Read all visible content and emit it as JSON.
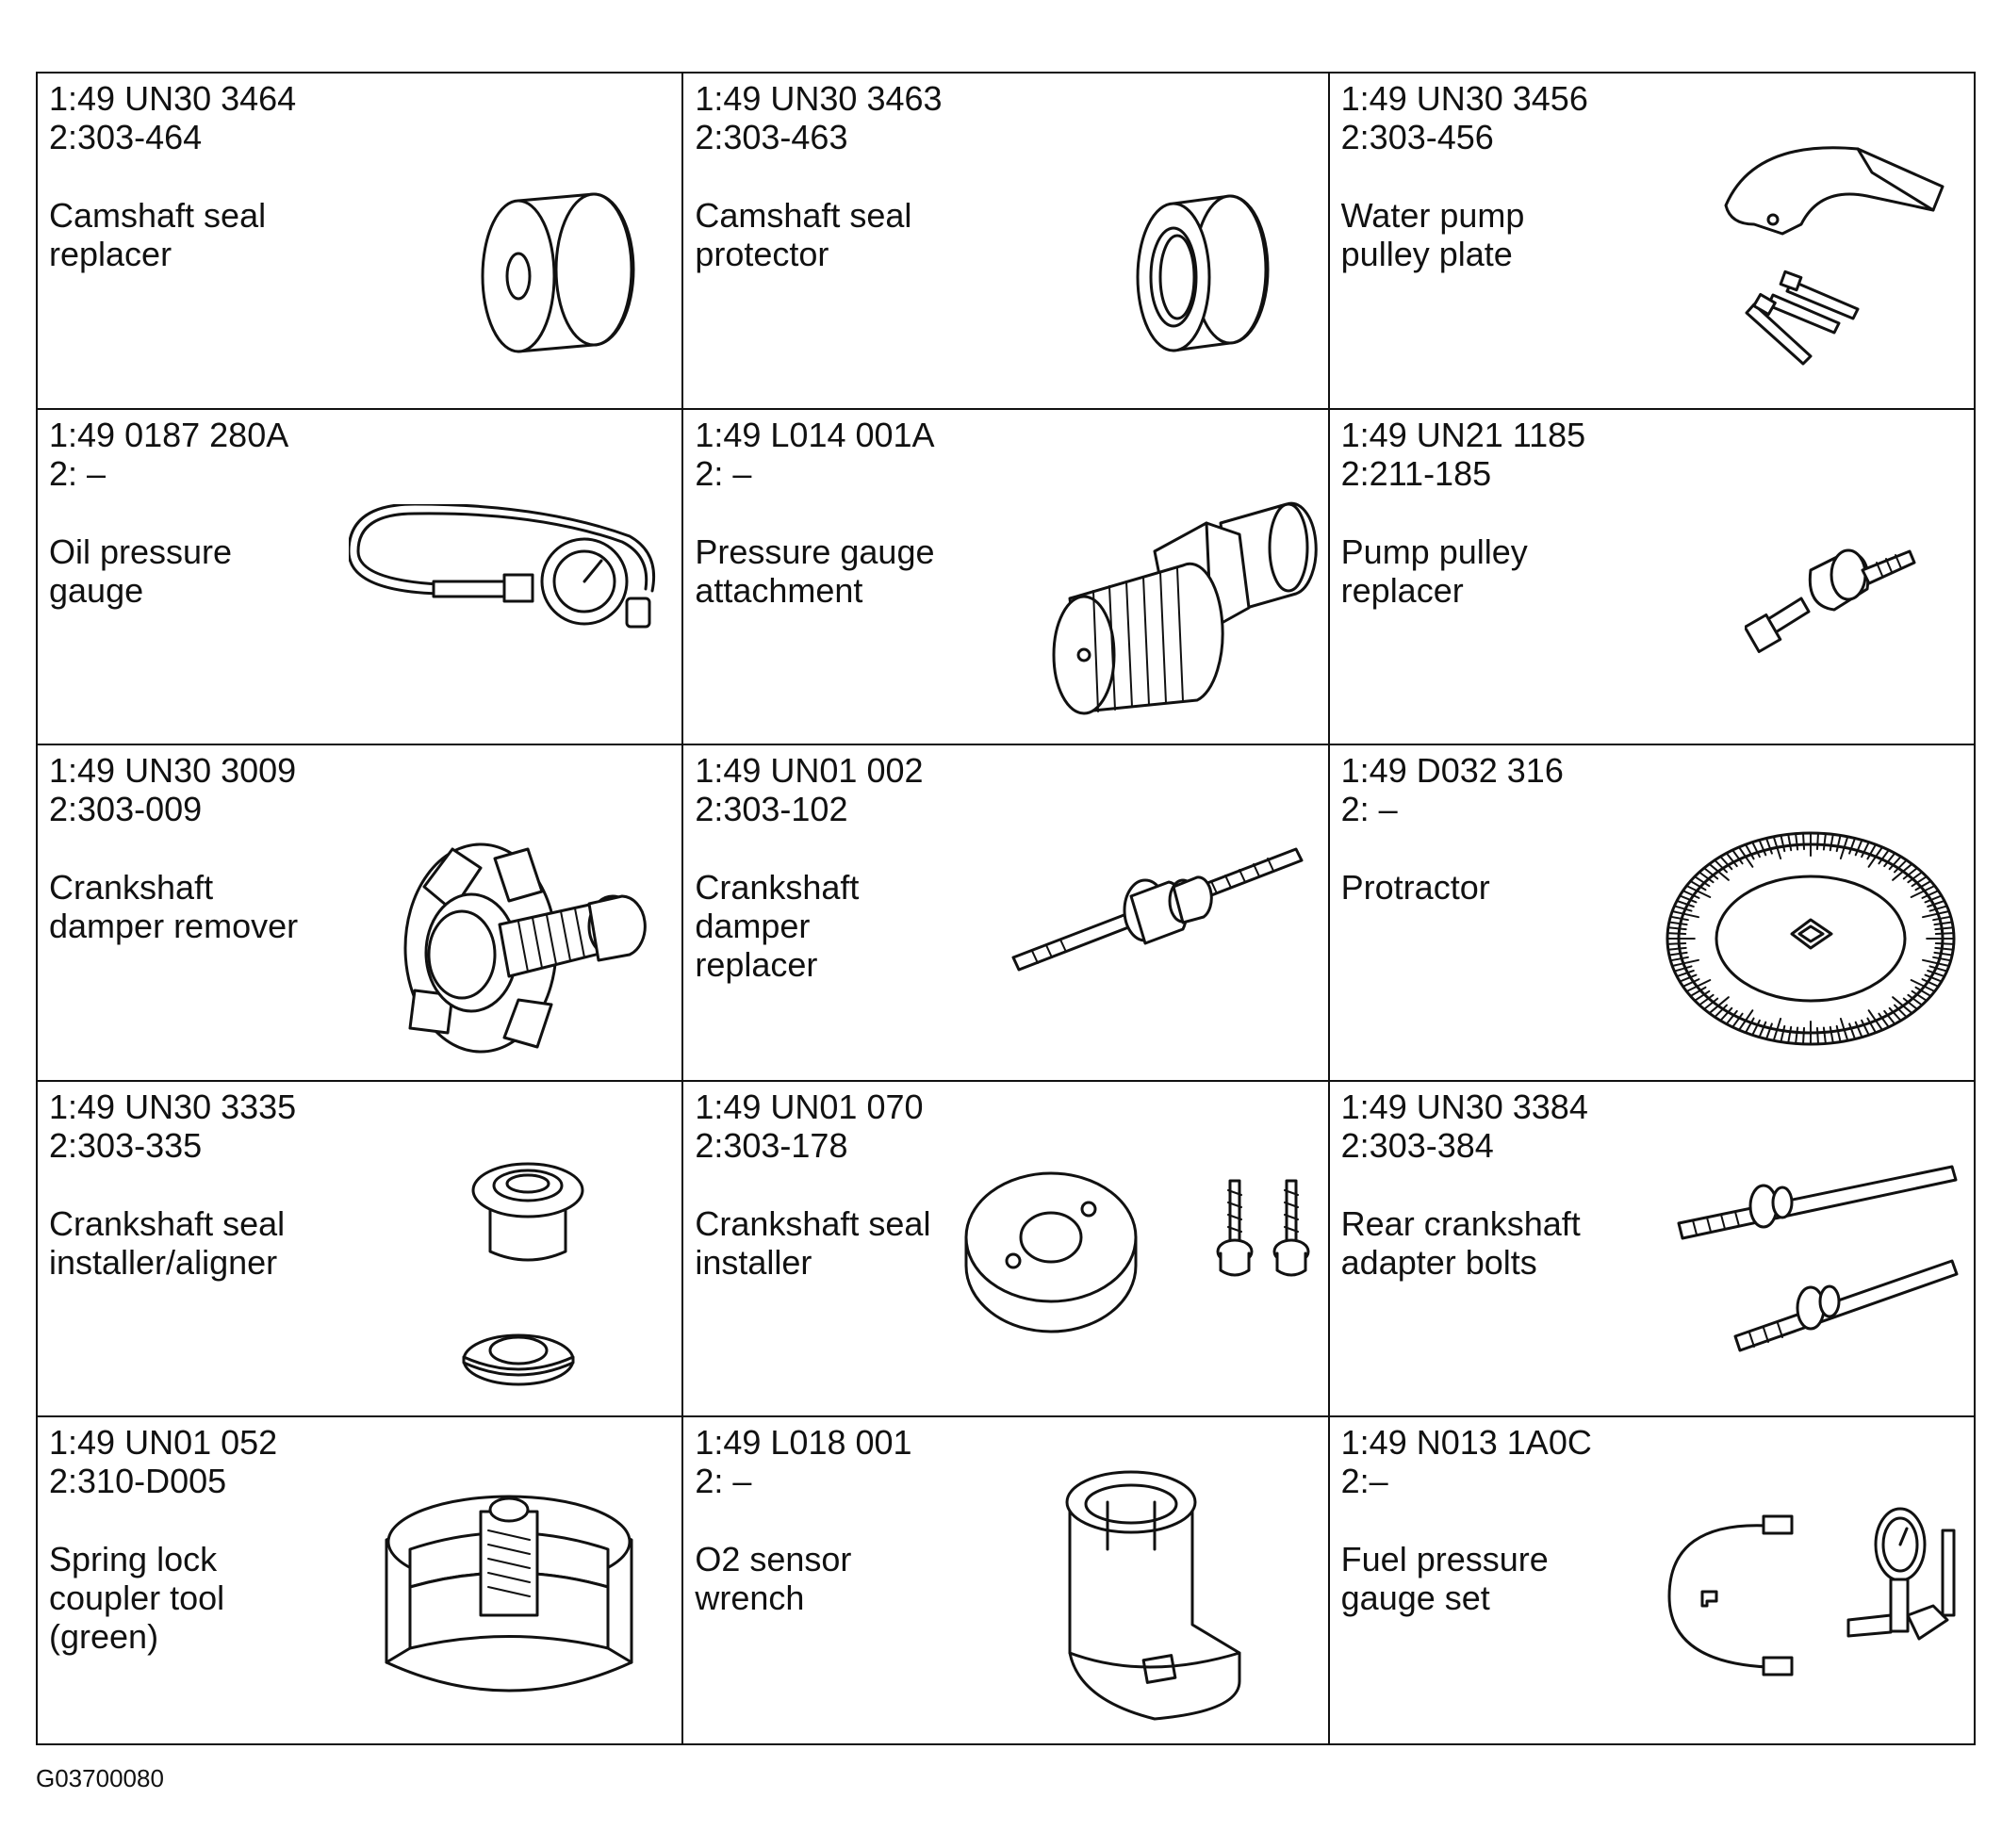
{
  "tools": [
    {
      "part1": "1:49 UN30 3464",
      "part2": "2:303-464",
      "desc": [
        "Camshaft seal",
        "replacer"
      ],
      "icon": "seal-replacer-icon"
    },
    {
      "part1": "1:49 UN30 3463",
      "part2": "2:303-463",
      "desc": [
        "Camshaft seal",
        "protector"
      ],
      "icon": "seal-protector-icon"
    },
    {
      "part1": "1:49 UN30 3456",
      "part2": "2:303-456",
      "desc": [
        "Water pump",
        "pulley plate"
      ],
      "icon": "pulley-plate-icon"
    },
    {
      "part1": "1:49 0187 280A",
      "part2": "2: –",
      "desc": [
        "Oil pressure",
        "gauge"
      ],
      "icon": "oil-gauge-icon"
    },
    {
      "part1": "1:49 L014 001A",
      "part2": "2: –",
      "desc": [
        "Pressure gauge",
        "attachment"
      ],
      "icon": "gauge-attachment-icon"
    },
    {
      "part1": "1:49 UN21 1185",
      "part2": "2:211-185",
      "desc": [
        "Pump pulley",
        "replacer"
      ],
      "icon": "pulley-replacer-icon"
    },
    {
      "part1": "1:49 UN30 3009",
      "part2": "2:303-009",
      "desc": [
        "Crankshaft",
        "damper remover"
      ],
      "icon": "damper-remover-icon"
    },
    {
      "part1": "1:49 UN01 002",
      "part2": "2:303-102",
      "desc": [
        "Crankshaft",
        "damper",
        "replacer"
      ],
      "icon": "damper-replacer-icon"
    },
    {
      "part1": "1:49 D032 316",
      "part2": "2: –",
      "desc": [
        "Protractor"
      ],
      "icon": "protractor-icon"
    },
    {
      "part1": "1:49 UN30 3335",
      "part2": "2:303-335",
      "desc": [
        "Crankshaft seal",
        "installer/aligner"
      ],
      "icon": "seal-aligner-icon"
    },
    {
      "part1": "1:49 UN01 070",
      "part2": "2:303-178",
      "desc": [
        "Crankshaft seal",
        "installer"
      ],
      "icon": "seal-installer-icon"
    },
    {
      "part1": "1:49 UN30 3384",
      "part2": "2:303-384",
      "desc": [
        "Rear crankshaft",
        "adapter bolts"
      ],
      "icon": "adapter-bolts-icon"
    },
    {
      "part1": "1:49 UN01 052",
      "part2": "2:310-D005",
      "desc": [
        "Spring lock",
        "coupler tool",
        "(green)"
      ],
      "icon": "coupler-tool-icon"
    },
    {
      "part1": "1:49 L018 001",
      "part2": "2: –",
      "desc": [
        "O2 sensor",
        "wrench"
      ],
      "icon": "o2-wrench-icon"
    },
    {
      "part1": "1:49 N013 1A0C",
      "part2": "2:–",
      "desc": [
        "Fuel pressure",
        "gauge set"
      ],
      "icon": "fuel-gauge-icon"
    }
  ],
  "figure_code": "G03700080"
}
